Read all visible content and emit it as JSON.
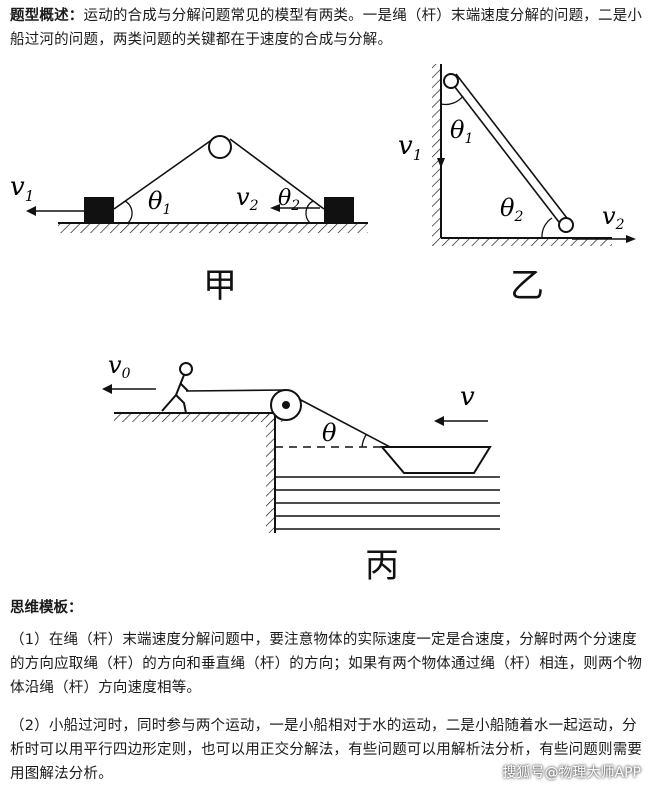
{
  "intro": {
    "heading": "题型概述：",
    "text": "运动的合成与分解问题常见的模型有两类。一是绳（杆）末端速度分解的问题，二是小船过河的问题，两类问题的关键都在于速度的合成与分解。"
  },
  "figures": {
    "jia": {
      "label": "甲",
      "v1": "v",
      "v1_sub": "1",
      "v2": "v",
      "v2_sub": "2",
      "theta1": "θ",
      "theta1_sub": "1",
      "theta2": "θ",
      "theta2_sub": "2"
    },
    "yi": {
      "label": "乙",
      "v1": "v",
      "v1_sub": "1",
      "v2": "v",
      "v2_sub": "2",
      "theta1": "θ",
      "theta1_sub": "1",
      "theta2": "θ",
      "theta2_sub": "2"
    },
    "bing": {
      "label": "丙",
      "v0": "v",
      "v0_sub": "0",
      "v": "v",
      "theta": "θ"
    }
  },
  "template": {
    "title": "思维模板：",
    "p1": "（1）在绳（杆）末端速度分解问题中，要注意物体的实际速度一定是合速度，分解时两个分速度的方向应取绳（杆）的方向和垂直绳（杆）的方向；如果有两个物体通过绳（杆）相连，则两个物体沿绳（杆）方向速度相等。",
    "p2": "（2）小船过河时，同时参与两个运动，一是小船相对于水的运动，二是小船随着水一起运动，分析时可以用平行四边形定则，也可以用正交分解法，有些问题可以用解析法分析，有些问题则需要用图解法分析。"
  },
  "watermark": "搜狐号@物理大师APP"
}
